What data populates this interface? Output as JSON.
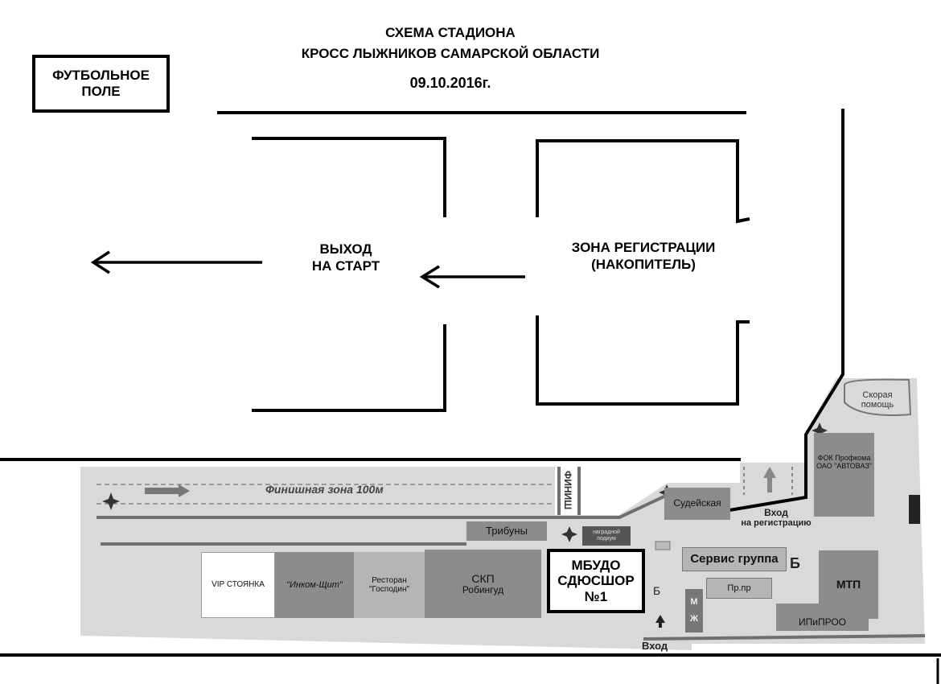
{
  "header": {
    "line1": "СХЕМА СТАДИОНА",
    "line2": "КРОСС ЛЫЖНИКОВ САМАРСКОЙ ОБЛАСТИ",
    "date": "09.10.2016г."
  },
  "football_field": {
    "line1": "ФУТБОЛЬНОЕ",
    "line2": "ПОЛЕ"
  },
  "start_exit": {
    "line1": "ВЫХОД",
    "line2": "НА СТАРТ"
  },
  "registration": {
    "line1": "ЗОНА РЕГИСТРАЦИИ",
    "line2": "(НАКОПИТЕЛЬ)"
  },
  "school": {
    "line1": "МБУДО",
    "line2": "СДЮСШОР",
    "line3": "№1"
  },
  "plan": {
    "finish_zone": "Финишная зона 100м",
    "finish": "ФИНИШ",
    "judges": "Судейская",
    "entry_reg_1": "Вход",
    "entry_reg_2": "на регистрацию",
    "stands": "Трибуны",
    "podium_1": "наградной",
    "podium_2": "подиум",
    "vip": "VIP СТОЯНКА",
    "inkom": "\"Инком-Щит\"",
    "restaurant_1": "Ресторан",
    "restaurant_2": "\"Господин\"",
    "skp_1": "СКП",
    "skp_2": "Робингуд",
    "service": "Сервис группа",
    "pr": "Пр.пр",
    "b1": "Б",
    "b2": "Б",
    "m": "М",
    "zh": "Ж",
    "mtp": "МТП",
    "ipipro": "ИПиПРОО",
    "fok_1": "ФОК Профкома",
    "fok_2": "ОАО \"АВТОВАЗ\"",
    "ambulance_1": "Скорая",
    "ambulance_2": "помощь",
    "entry": "Вход"
  },
  "colors": {
    "ink": "#000000",
    "plan_bg": "#d9d9d9",
    "building": "#8c8c8c",
    "building_light": "#b5b5b5",
    "road": "#6f6f6f"
  },
  "icons": [
    "arrow-left-icon",
    "arrow-right-icon",
    "arrow-up-icon",
    "compass-star-icon"
  ]
}
